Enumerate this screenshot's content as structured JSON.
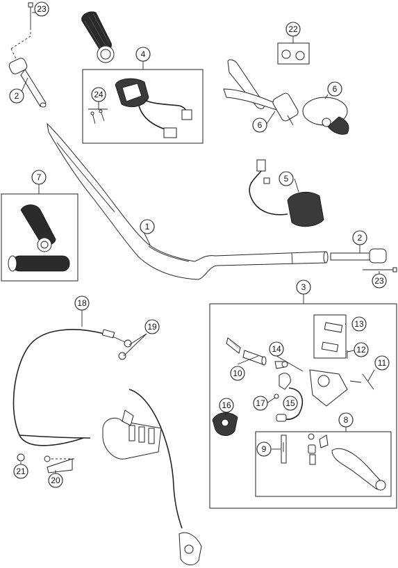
{
  "callouts": [
    {
      "id": "c23a",
      "label": "23"
    },
    {
      "id": "c2a",
      "label": "2"
    },
    {
      "id": "c4",
      "label": "4"
    },
    {
      "id": "c24",
      "label": "24"
    },
    {
      "id": "c22",
      "label": "22"
    },
    {
      "id": "c6a",
      "label": "6"
    },
    {
      "id": "c6b",
      "label": "6"
    },
    {
      "id": "c7",
      "label": "7"
    },
    {
      "id": "c5",
      "label": "5"
    },
    {
      "id": "c1",
      "label": "1"
    },
    {
      "id": "c2b",
      "label": "2"
    },
    {
      "id": "c23b",
      "label": "23"
    },
    {
      "id": "c3",
      "label": "3"
    },
    {
      "id": "c18",
      "label": "18"
    },
    {
      "id": "c19",
      "label": "19"
    },
    {
      "id": "c13",
      "label": "13"
    },
    {
      "id": "c14",
      "label": "14"
    },
    {
      "id": "c12",
      "label": "12"
    },
    {
      "id": "c11",
      "label": "11"
    },
    {
      "id": "c10",
      "label": "10"
    },
    {
      "id": "c17",
      "label": "17"
    },
    {
      "id": "c15",
      "label": "15"
    },
    {
      "id": "c16",
      "label": "16"
    },
    {
      "id": "c8",
      "label": "8"
    },
    {
      "id": "c9",
      "label": "9"
    },
    {
      "id": "c21",
      "label": "21"
    },
    {
      "id": "c20",
      "label": "20"
    }
  ]
}
